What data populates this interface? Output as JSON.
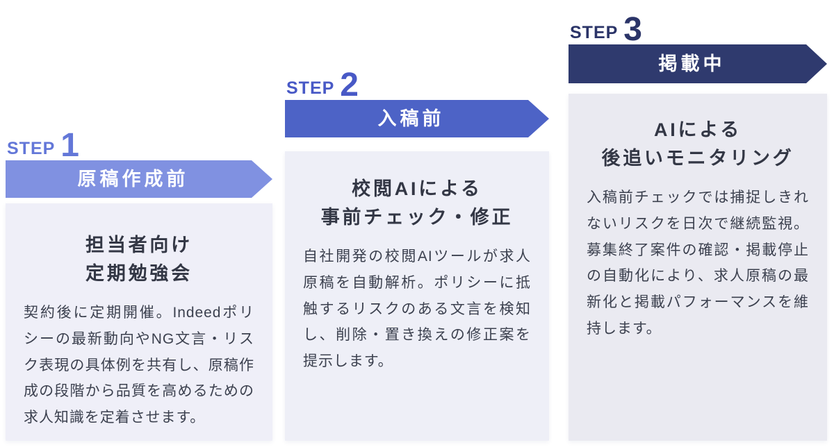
{
  "page": {
    "background": "#ffffff",
    "text_title_color": "#333745",
    "text_body_color": "#3c414f",
    "banner_text_color": "#ffffff"
  },
  "steps": [
    {
      "step_label": "STEP",
      "step_number": "1",
      "banner": "原稿作成前",
      "title": "担当者向け\n定期勉強会",
      "body": "契約後に定期開催。Indeedポリシーの最新動向やNG文言・リスク表現の具体例を共有し、原稿作成の段階から品質を高めるための求人知識を定着させます。",
      "colors": {
        "label": "#6377d8",
        "banner": "#8091e1",
        "card_bg": "#efeff8"
      }
    },
    {
      "step_label": "STEP",
      "step_number": "2",
      "banner": "入稿前",
      "title": "校閲AIによる\n事前チェック・修正",
      "body": "自社開発の校閲AIツールが求人原稿を自動解析。ポリシーに抵触するリスクのある文言を検知し、削除・置き換えの修正案を提示します。",
      "colors": {
        "label": "#4859c6",
        "banner": "#4d63c6",
        "card_bg": "#eeeff7"
      }
    },
    {
      "step_label": "STEP",
      "step_number": "3",
      "banner": "掲載中",
      "title": "AIによる\n後追いモニタリング",
      "body": "入稿前チェックでは捕捉しきれないリスクを日次で継続監視。募集終了案件の確認・掲載停止の自動化により、求人原稿の最新化と掲載パフォーマンスを維持します。",
      "colors": {
        "label": "#2b3468",
        "banner": "#2f3a6e",
        "card_bg": "#eaeaf1"
      }
    }
  ]
}
